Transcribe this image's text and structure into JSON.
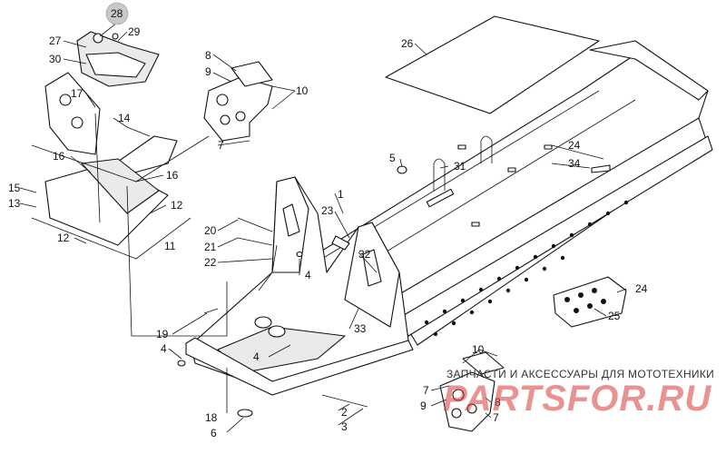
{
  "diagram": {
    "callouts": [
      "1",
      "2",
      "3",
      "4",
      "4",
      "4",
      "5",
      "6",
      "7",
      "7",
      "7",
      "8",
      "8",
      "9",
      "9",
      "10",
      "10",
      "11",
      "12",
      "12",
      "13",
      "14",
      "15",
      "16",
      "16",
      "17",
      "18",
      "19",
      "20",
      "21",
      "22",
      "23",
      "24",
      "24",
      "25",
      "26",
      "27",
      "28",
      "29",
      "30",
      "31",
      "32",
      "33",
      "34"
    ]
  },
  "watermark": {
    "caption": "ЗАПЧАСТИ И АКСЕССУАРЫ ДЛЯ МОТОТЕХНИКИ",
    "logo": "PARTSFOR.RU"
  }
}
